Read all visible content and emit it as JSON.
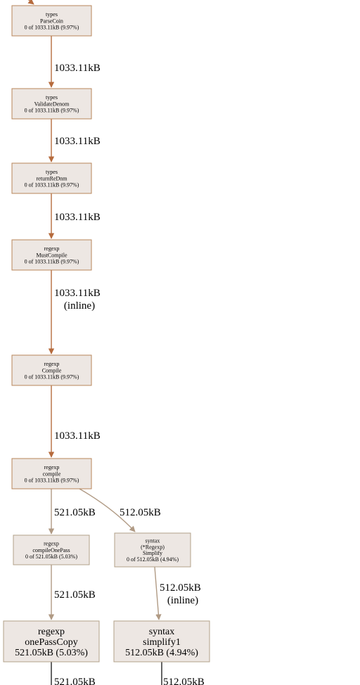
{
  "colors": {
    "background": "#ffffff",
    "node_fill": "#ede7e3",
    "node_stroke_hot": "#b8855a",
    "node_stroke_warm": "#b2a08a",
    "edge_hot": "#b66b3d",
    "edge_warm": "#b09a84",
    "edge_dark": "#000000"
  },
  "nodes": [
    {
      "id": "parsecoin",
      "name": "node-types-parsecoin",
      "lines": [
        "types",
        "ParseCoin",
        "0 of 1033.11kB (9.97%)"
      ]
    },
    {
      "id": "validatedenom",
      "name": "node-types-validatedenom",
      "lines": [
        "types",
        "ValidateDenom",
        "0 of 1033.11kB (9.97%)"
      ]
    },
    {
      "id": "returnredenom",
      "name": "node-types-returnredenom",
      "lines": [
        "types",
        "returnReDnm",
        "0 of 1033.11kB (9.97%)"
      ]
    },
    {
      "id": "mustcompile",
      "name": "node-regexp-mustcompile",
      "lines": [
        "regexp",
        "MustCompile",
        "0 of 1033.11kB (9.97%)"
      ]
    },
    {
      "id": "compile_upper",
      "name": "node-regexp-compile",
      "lines": [
        "regexp",
        "Compile",
        "0 of 1033.11kB (9.97%)"
      ]
    },
    {
      "id": "compile_lower",
      "name": "node-regexp-compile-internal",
      "lines": [
        "regexp",
        "compile",
        "0 of 1033.11kB (9.97%)"
      ]
    },
    {
      "id": "compileonepass",
      "name": "node-regexp-compileonepass",
      "lines": [
        "regexp",
        "compileOnePass",
        "0 of 521.05kB (5.03%)"
      ]
    },
    {
      "id": "simplify",
      "name": "node-syntax-regexp-simplify",
      "lines": [
        "syntax",
        "(*Regexp)",
        "Simplify",
        "0 of 512.05kB (4.94%)"
      ]
    },
    {
      "id": "onepasscopy",
      "name": "node-regexp-onepasscopy",
      "lines": [
        "regexp",
        "onePassCopy",
        "521.05kB (5.03%)"
      ]
    },
    {
      "id": "simplify1",
      "name": "node-syntax-simplify1",
      "lines": [
        "syntax",
        "simplify1",
        "512.05kB (4.94%)"
      ]
    }
  ],
  "edges": [
    {
      "id": "e0",
      "name": "edge-into-parsecoin",
      "lines": []
    },
    {
      "id": "e1",
      "name": "edge-parsecoin-validatedenom",
      "lines": [
        "1033.11kB"
      ]
    },
    {
      "id": "e2",
      "name": "edge-validatedenom-returnredenom",
      "lines": [
        "1033.11kB"
      ]
    },
    {
      "id": "e3",
      "name": "edge-returnredenom-mustcompile",
      "lines": [
        "1033.11kB"
      ]
    },
    {
      "id": "e4",
      "name": "edge-mustcompile-compile",
      "lines": [
        "1033.11kB",
        "(inline)"
      ]
    },
    {
      "id": "e5",
      "name": "edge-compile-compile-internal",
      "lines": [
        "1033.11kB"
      ]
    },
    {
      "id": "e6",
      "name": "edge-compile-compileonepass",
      "lines": [
        "521.05kB"
      ]
    },
    {
      "id": "e7",
      "name": "edge-compile-simplify",
      "lines": [
        "512.05kB"
      ]
    },
    {
      "id": "e8",
      "name": "edge-compileonepass-onepasscopy",
      "lines": [
        "521.05kB"
      ]
    },
    {
      "id": "e9",
      "name": "edge-simplify-simplify1",
      "lines": [
        "512.05kB",
        "(inline)"
      ]
    },
    {
      "id": "e10",
      "name": "edge-onepasscopy-out",
      "lines": [
        "521.05kB"
      ]
    },
    {
      "id": "e11",
      "name": "edge-simplify1-out",
      "lines": [
        "512.05kB"
      ]
    }
  ]
}
